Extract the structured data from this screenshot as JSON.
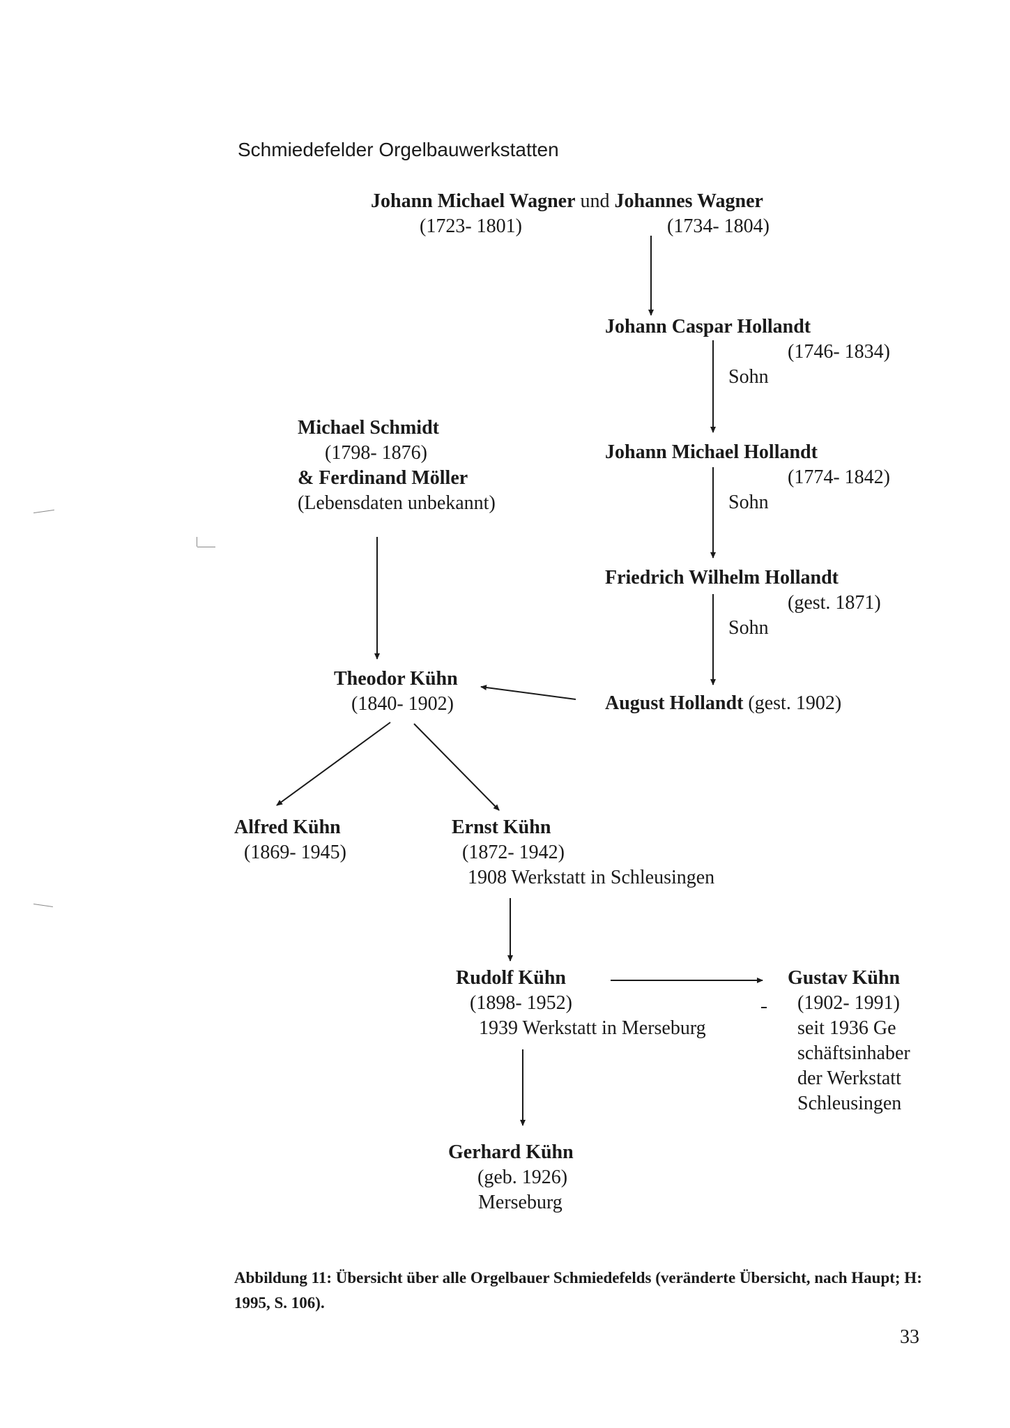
{
  "heading": "Schmiedefelder Orgelbauwerkstatten",
  "nodes": {
    "wagner": {
      "name1": "Johann Michael Wagner",
      "connector": "und",
      "name2": "Johannes Wagner",
      "dates1": "(1723- 1801)",
      "dates2": "(1734- 1804)"
    },
    "caspar": {
      "name": "Johann Caspar Hollandt",
      "dates": "(1746- 1834)",
      "relation": "Sohn"
    },
    "jmhollandt": {
      "name": "Johann Michael Hollandt",
      "dates": "(1774- 1842)",
      "relation": "Sohn"
    },
    "friedrich": {
      "name": "Friedrich Wilhelm Hollandt",
      "dates": "(gest. 1871)",
      "relation": "Sohn"
    },
    "august": {
      "name": "August Hollandt",
      "dates": "(gest. 1902)"
    },
    "schmidt": {
      "name": "Michael Schmidt",
      "dates": "(1798- 1876)",
      "partner": "& Ferdinand Möller",
      "partner_dates": "(Lebensdaten unbekannt)"
    },
    "theodor": {
      "name": "Theodor Kühn",
      "dates": "(1840- 1902)"
    },
    "alfred": {
      "name": "Alfred Kühn",
      "dates": "(1869- 1945)"
    },
    "ernst": {
      "name": "Ernst Kühn",
      "dates": "(1872- 1942)",
      "note": "1908 Werkstatt in Schleusingen"
    },
    "rudolf": {
      "name": "Rudolf Kühn",
      "dates": "(1898- 1952)",
      "note": "1939 Werkstatt in Merseburg"
    },
    "gustav": {
      "name": "Gustav Kühn",
      "dates": "(1902- 1991)",
      "note_lines": [
        "seit 1936 Ge",
        "schäftsinhaber",
        "der Werkstatt",
        "Schleusingen"
      ]
    },
    "gerhard": {
      "name": "Gerhard Kühn",
      "dates": "(geb. 1926)",
      "place": "Merseburg"
    }
  },
  "caption": "Abbildung 11: Übersicht über alle Orgelbauer Schmiedefelds (veränderte Übersicht, nach Haupt; H: 1995, S. 106).",
  "page_number": "33",
  "colors": {
    "ink": "#1a1a1a",
    "paper": "#ffffff"
  }
}
